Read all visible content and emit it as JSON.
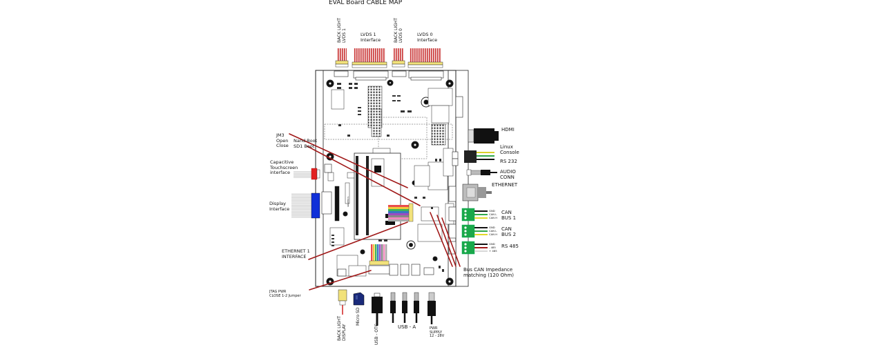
{
  "title": "EVAL Board CABLE MAP",
  "top_connectors": {
    "backlight_lvds1": [
      "BACK LIGHT",
      "LVDS 1"
    ],
    "lvds1": [
      "LVDS 1",
      "Interface"
    ],
    "backlight_lvds0": [
      "BACK LIGHT",
      "LVDS 0"
    ],
    "lvds0": [
      "LVDS 0",
      "Interface"
    ]
  },
  "left_labels": {
    "jm3": [
      "JM3",
      "Open",
      "Close"
    ],
    "nand_boot": [
      "Nand Boot",
      "SD1 Boot"
    ],
    "capacitive": [
      "Capacitive",
      "Touchscreen",
      "interface"
    ],
    "display": [
      "Display",
      "Interface"
    ],
    "ethernet1": [
      "ETHERNET 1",
      "INTERFACE"
    ],
    "jtag": [
      "JTAG PWR",
      "CLOSE 1-2 Jumper"
    ]
  },
  "right_labels": {
    "hdmi": "HDMI",
    "linux_console": [
      "Linux",
      "Console"
    ],
    "rs232": "RS 232",
    "audio": [
      "AUDIO",
      "CONN"
    ],
    "ethernet": "ETHERNET",
    "can1": [
      "CAN",
      "BUS 1"
    ],
    "can2": [
      "CAN",
      "BUS 2"
    ],
    "rs485": "RS 485",
    "can_pins": [
      "GND",
      "CAN L",
      "CAN H"
    ],
    "rs485_pins": [
      "GND",
      "- 485",
      "+ 485"
    ],
    "bus_can": [
      "Bus CAN Impedance",
      "matching (120 Ohm)"
    ]
  },
  "bottom_labels": {
    "backlight_display": [
      "BACK LIGHT",
      "DISPLAY"
    ],
    "micro_sd": "Micro SD",
    "usb_otg": "USB - OTG",
    "usb_a": "USB - A",
    "pwr": [
      "PWR",
      "SUPPLY",
      "12 - 28V"
    ]
  },
  "colors": {
    "callout": "#a01818",
    "board_line": "#222222",
    "green_terminal": "#1aa84a",
    "display_blue": "#1030d8",
    "touch_red": "#e22222",
    "sd_blue": "#1a2a7a",
    "connector_yellow": "#f2e27a",
    "ribbon_red": "#d04040"
  }
}
